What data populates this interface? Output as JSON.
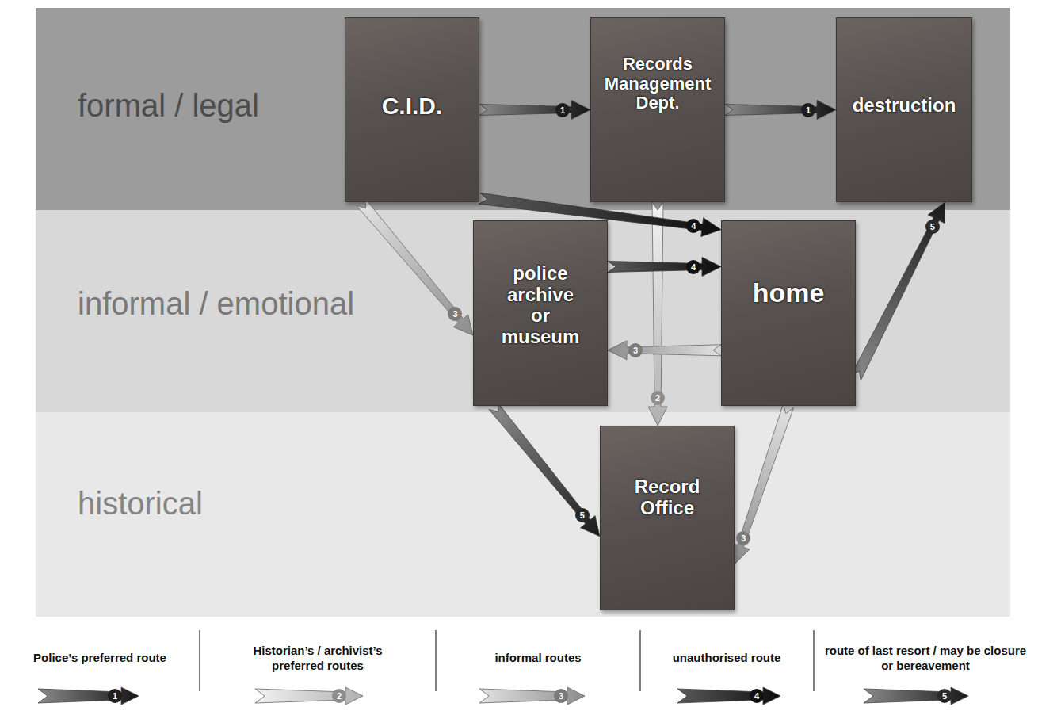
{
  "diagram": {
    "nodes": [
      {
        "text": [
          "formal / legal"
        ]
      },
      {
        "text": [
          "C.I.D."
        ],
        "in": 0
      },
      {
        "text": [
          "Records Management Dept."
        ],
        "in": 0
      },
      {
        "text": [
          "destruction"
        ],
        "in": 0
      },
      {
        "text": [
          "informal / emotional"
        ]
      },
      {
        "text": [
          "police archive or museum"
        ],
        "in": 4
      },
      {
        "text": [
          "home"
        ],
        "in": 4
      },
      {
        "text": [
          "historical"
        ]
      },
      {
        "text": [
          "Record Office"
        ],
        "in": 7
      }
    ],
    "edges": [
      {
        "from": 1,
        "to": 2,
        "arrow": "to",
        "label": "1"
      },
      {
        "from": 2,
        "to": 3,
        "arrow": "to",
        "label": "1"
      },
      {
        "from": 2,
        "to": 8,
        "arrow": "to",
        "label": "2"
      },
      {
        "from": 1,
        "to": 5,
        "arrow": "to",
        "label": "3"
      },
      {
        "from": 6,
        "to": 5,
        "arrow": "to",
        "label": "3"
      },
      {
        "from": 6,
        "to": 8,
        "arrow": "to",
        "label": "3"
      },
      {
        "from": 5,
        "to": 6,
        "arrow": "to",
        "label": "4"
      },
      {
        "from": 1,
        "to": 6,
        "arrow": "to",
        "label": "4"
      },
      {
        "from": 5,
        "to": 8,
        "arrow": "to",
        "label": "5"
      },
      {
        "from": 6,
        "to": 3,
        "arrow": "to",
        "label": "5"
      }
    ],
    "labels": [
      "1",
      "2",
      "3",
      "4",
      "5"
    ],
    "legend": [
      {
        "text": "Police’s preferred route"
      },
      {
        "text": "Historian’s / archivist’s preferred routes"
      },
      {
        "text": "informal routes"
      },
      {
        "text": "unauthorised route"
      },
      {
        "text": "route of last resort / may be closure or bereavement"
      }
    ]
  }
}
